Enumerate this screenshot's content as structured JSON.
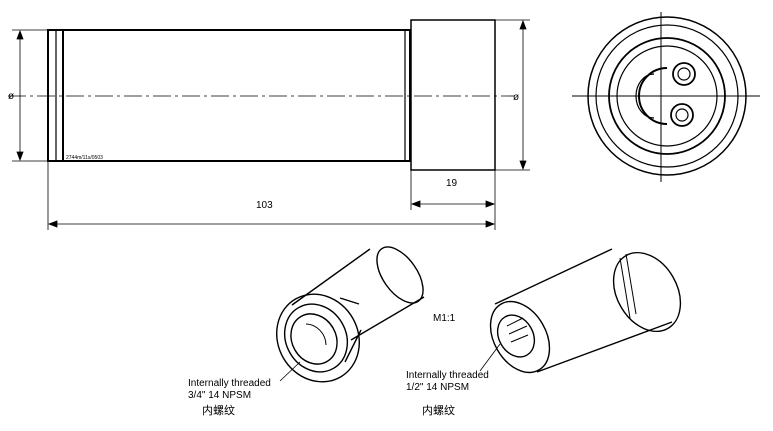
{
  "drawing": {
    "dimensions": {
      "body_length": "103",
      "cap_length": "19",
      "left_diameter_symbol": "ø",
      "right_diameter_symbol": "ø"
    },
    "part_number": "2744m/11s/0503",
    "scale": "M1:1",
    "callouts": {
      "left": {
        "line1": "Internally threaded",
        "line2": "3/4\"    14 NPSM",
        "chinese": "内螺纹"
      },
      "right": {
        "line1": "Internally threaded",
        "line2": "1/2\"    14 NPSM",
        "chinese": "内螺纹"
      }
    }
  }
}
